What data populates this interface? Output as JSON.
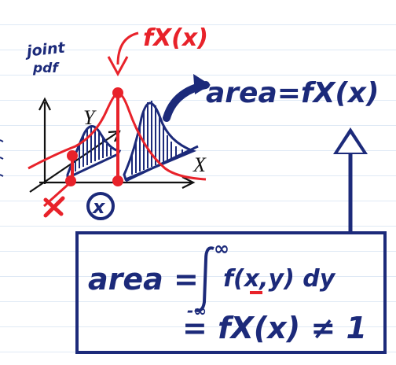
{
  "labels": {
    "joint_pdf_line1": "joint",
    "joint_pdf_line2": "pdf",
    "fx_top": "fX(x)",
    "area_top": "area=fX(x)",
    "axis_y": "Y",
    "axis_x": "X",
    "x_marker": "x",
    "formula_line1_left": "area =",
    "integral_upper": "∞",
    "integral_lower": "-∞",
    "integrand": "f(x,y) dy",
    "formula_line2": "= fX(x) ≠ 1"
  },
  "colors": {
    "ink_blue": "#1c2a7a",
    "ink_red": "#e8222a",
    "ink_black": "#111111",
    "ruled_line": "#dfe9f5"
  }
}
